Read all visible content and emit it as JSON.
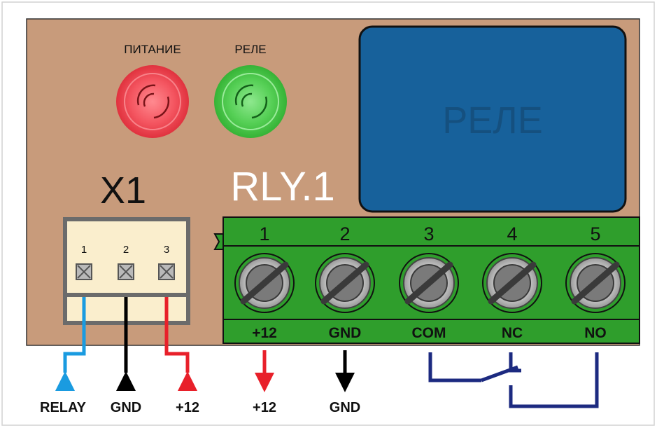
{
  "leds": {
    "power_label": "ПИТАНИЕ",
    "relay_label": "РЕЛЕ"
  },
  "relay_module": {
    "label": "РЕЛЕ"
  },
  "connector_x1": {
    "title": "X1",
    "pins": [
      "1",
      "2",
      "3"
    ],
    "wires": [
      {
        "label": "RELAY",
        "color": "#1a9be0"
      },
      {
        "label": "GND",
        "color": "#000000"
      },
      {
        "label": "+12",
        "color": "#e8202a"
      }
    ]
  },
  "terminal_block": {
    "title": "RLY.1",
    "numbers": [
      "1",
      "2",
      "3",
      "4",
      "5"
    ],
    "labels": [
      "+12",
      "GND",
      "COM",
      "NC",
      "NO"
    ]
  },
  "supply_arrows": [
    {
      "label": "+12",
      "color": "#e8202a"
    },
    {
      "label": "GND",
      "color": "#000000"
    }
  ],
  "colors": {
    "board": "#c89b7b",
    "relay_body": "#17619b",
    "relay_text": "#15507f",
    "terminal_green": "#2f9e2c",
    "led_red": "#ee3f4a",
    "led_green": "#3ec43e",
    "switch_wire": "#1c2a80"
  }
}
